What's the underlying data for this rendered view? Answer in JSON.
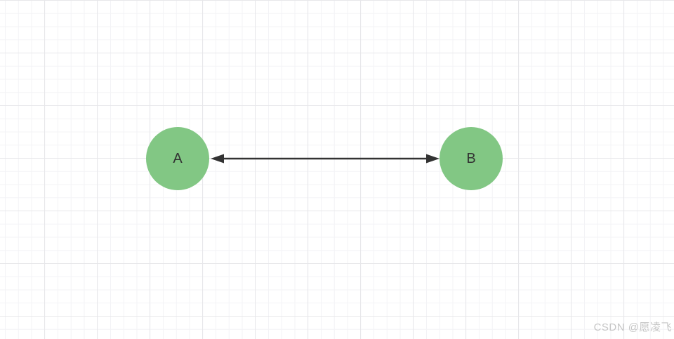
{
  "diagram": {
    "nodes": [
      {
        "id": "A",
        "label": "A",
        "shape": "circle",
        "fill": "#82c784",
        "label_color": "#333333"
      },
      {
        "id": "B",
        "label": "B",
        "shape": "circle",
        "fill": "#82c784",
        "label_color": "#333333"
      }
    ],
    "edge": {
      "from": "A",
      "to": "B",
      "type": "double-headed-arrow",
      "color": "#333333"
    },
    "canvas": {
      "background": "#ffffff",
      "grid_minor_color": "#f3f3f6",
      "grid_major_color": "#e7e7ea"
    }
  },
  "watermark": {
    "text": "CSDN @愿凌飞",
    "color": "#c6c6c6"
  }
}
